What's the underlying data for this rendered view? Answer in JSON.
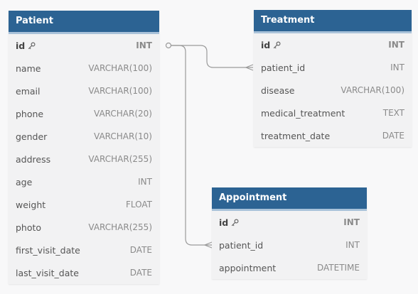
{
  "tables": {
    "patient": {
      "name": "Patient",
      "columns": [
        {
          "name": "id",
          "type": "INT",
          "pk": true
        },
        {
          "name": "name",
          "type": "VARCHAR(100)"
        },
        {
          "name": "email",
          "type": "VARCHAR(100)"
        },
        {
          "name": "phone",
          "type": "VARCHAR(20)"
        },
        {
          "name": "gender",
          "type": "VARCHAR(10)"
        },
        {
          "name": "address",
          "type": "VARCHAR(255)"
        },
        {
          "name": "age",
          "type": "INT"
        },
        {
          "name": "weight",
          "type": "FLOAT"
        },
        {
          "name": "photo",
          "type": "VARCHAR(255)"
        },
        {
          "name": "first_visit_date",
          "type": "DATE"
        },
        {
          "name": "last_visit_date",
          "type": "DATE"
        }
      ]
    },
    "treatment": {
      "name": "Treatment",
      "columns": [
        {
          "name": "id",
          "type": "INT",
          "pk": true
        },
        {
          "name": "patient_id",
          "type": "INT"
        },
        {
          "name": "disease",
          "type": "VARCHAR(100)"
        },
        {
          "name": "medical_treatment",
          "type": "TEXT"
        },
        {
          "name": "treatment_date",
          "type": "DATE"
        }
      ]
    },
    "appointment": {
      "name": "Appointment",
      "columns": [
        {
          "name": "id",
          "type": "INT",
          "pk": true
        },
        {
          "name": "patient_id",
          "type": "INT"
        },
        {
          "name": "appointment",
          "type": "DATETIME"
        }
      ]
    }
  },
  "colors": {
    "header": "#2c6393",
    "header_accent": "#a9c2d9",
    "body": "#f2f2f3",
    "edge": "#9a9a9a"
  },
  "icons": {
    "primary_key": "key-icon"
  }
}
